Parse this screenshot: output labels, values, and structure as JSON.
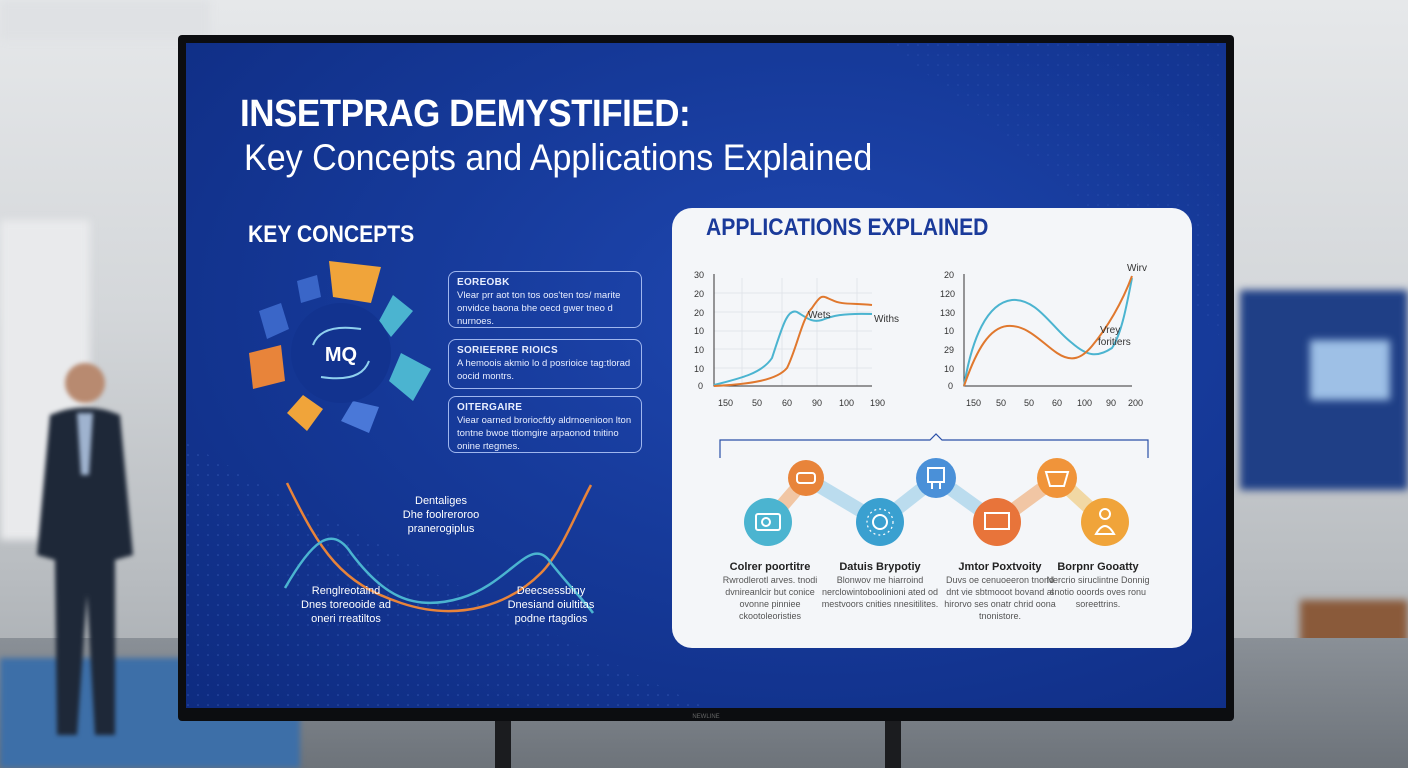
{
  "slide": {
    "title": "INSETPRAG DEMYSTIFIED:",
    "subtitle": "Key Concepts and Applications Explained",
    "key_concepts": {
      "heading": "KEY CONCEPTS",
      "diagram_label": "MQ",
      "boxes": [
        {
          "title": "EOREOBK",
          "text": "Vlear prr aot ton tos oos'ten tos/ marite onvidce baona bhe oecd gwer tneo d nurnoes."
        },
        {
          "title": "SORIEERRE RIOICS",
          "text": "A hemoois akmio lo d posrioice tag:tlorad oocid montrs."
        },
        {
          "title": "OITERGAIRE",
          "text": "Viear oarned broriocfdy aldrnoenioon lton tontne bwoe ttiomgire arpaonod tnitino onine rtegmes."
        }
      ],
      "wave_labels": [
        {
          "lines": [
            "Dentaliges",
            "Dhe foolreroroo",
            "pranerogiplus"
          ]
        },
        {
          "lines": [
            "Renglreotaind",
            "Dnes toreooide ad",
            "oneri rreatiltos"
          ]
        },
        {
          "lines": [
            "Deecsessbiny",
            "Dnesiand oiultitas",
            "podne rtagdios"
          ]
        }
      ]
    },
    "applications": {
      "heading": "APPLICATIONS EXPLAINED",
      "chart_left": {
        "y_ticks": [
          "30",
          "20",
          "20",
          "10",
          "10",
          "10",
          "0"
        ],
        "x_ticks": [
          "150",
          "50",
          "60",
          "90",
          "100",
          "190"
        ],
        "label_a": "Wets",
        "label_b": "Withs"
      },
      "chart_right": {
        "y_ticks": [
          "20",
          "120",
          "130",
          "10",
          "29",
          "10",
          "0"
        ],
        "x_ticks": [
          "150",
          "50",
          "50",
          "60",
          "100",
          "90",
          "200"
        ],
        "label_a": "Wirv",
        "label_b1": "Vrey",
        "label_b2": "foritiers"
      },
      "captions": [
        {
          "title": "Colrer poortitre",
          "text": "Rwrodlerotl arves. tnodi dvnireanlcir but conice ovonne pinniee ckootoleoristies"
        },
        {
          "title": "Datuis Brypotiy",
          "text": "Blonwov me hiarroind nerclowintoboolinioni ated od mestvoors cnities nnesitilites."
        },
        {
          "title": "Jmtor Poxtvoity",
          "text": "Duvs oe cenuoeeron tnond dnt vie sbtmooot bovand al hirorvo ses onatr chrid oona tnonistore."
        },
        {
          "title": "Borpnr Gooatty",
          "text": "Nercrio siruclintne Donnig snotio ooords oves ronu soreettrins."
        }
      ]
    },
    "monitor_brand": "NEWLINE"
  },
  "colors": {
    "slide_blue": "#163a9a",
    "orange": "#e8843a",
    "teal": "#4bb4d0",
    "panel": "#f4f6f9"
  }
}
